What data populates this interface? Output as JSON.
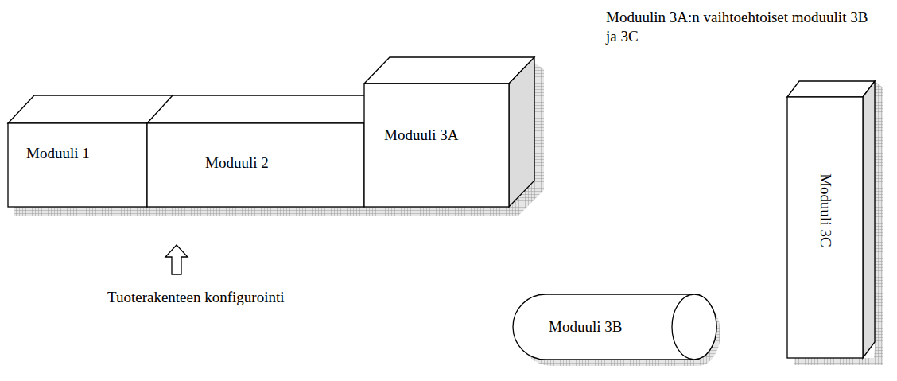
{
  "diagram": {
    "nodes": [
      {
        "text": [
          "Moduuli 1"
        ]
      },
      {
        "text": [
          "Moduuli 2"
        ]
      },
      {
        "text": [
          "Moduuli 3A"
        ]
      },
      {
        "text": [
          "Moduuli 3B"
        ]
      },
      {
        "text": [
          "Moduuli 3C"
        ]
      }
    ],
    "labels": [
      "Moduulin 3A:n vaihtoehtoiset moduulit 3B ja 3C",
      "Tuoterakenteen konfigurointi"
    ]
  }
}
